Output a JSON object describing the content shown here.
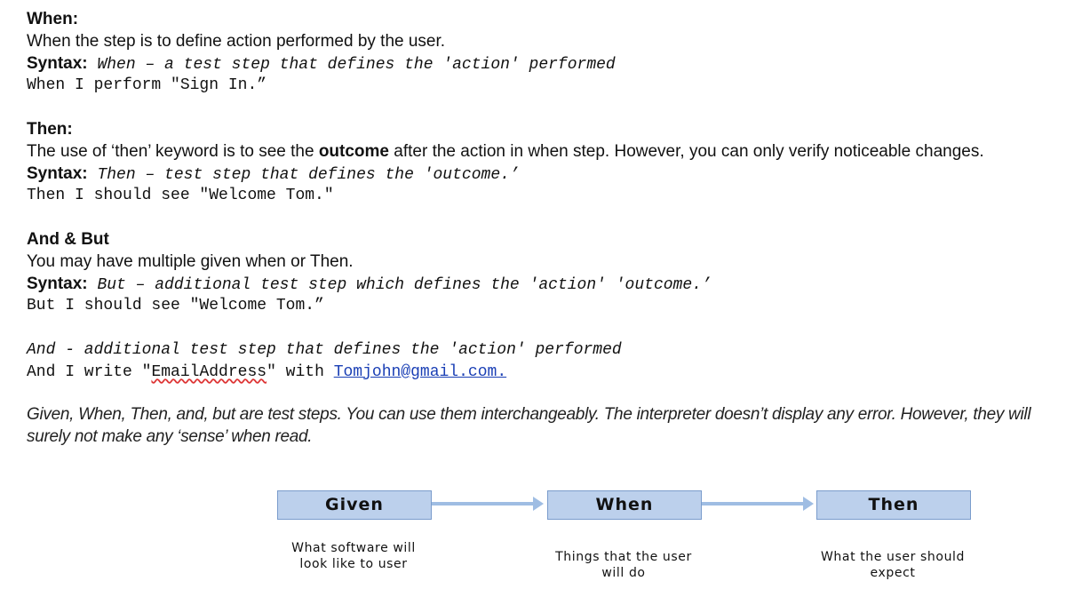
{
  "when_section": {
    "heading": "When:",
    "description": "When the step is to define action performed by the user.",
    "syntax_label": "Syntax:",
    "syntax_text": " When – a test step that defines the 'action' performed",
    "example": "When I perform \"Sign In.”"
  },
  "then_section": {
    "heading": "Then:",
    "description_before": "The use of ‘then’ keyword is to see the ",
    "description_bold": "outcome",
    "description_after": " after the action in when step. However, you can only verify noticeable changes.",
    "syntax_label": "Syntax:",
    "syntax_text": " Then – test step that defines the 'outcome.’",
    "example": "Then I should see \"Welcome Tom.\""
  },
  "and_but_section": {
    "heading": "And & But",
    "description": "You may have multiple given when or Then.",
    "syntax_label": "Syntax:",
    "syntax_text": " But – additional test step which defines the 'action' 'outcome.’",
    "example": "But I should see \"Welcome Tom.”",
    "and_syntax": "And - additional test step that defines the 'action' performed",
    "and_example_prefix": "And I write \"",
    "and_example_field": "EmailAddress",
    "and_example_middle": "\" with ",
    "and_example_email": "Tomjohn@gmail.com."
  },
  "note": "Given, When, Then, and, but are test steps. You can use them interchangeably. The interpreter doesn’t display any error. However, they will surely not make any ‘sense’ when read.",
  "diagram": {
    "boxes": [
      {
        "label": "Given",
        "caption": "What software will look like to user"
      },
      {
        "label": "When",
        "caption": "Things that the user will do"
      },
      {
        "label": "Then",
        "caption": "What the user should expect"
      }
    ],
    "colors": {
      "box_fill": "#bcd0ec",
      "box_border": "#7a9ccc",
      "arrow": "#9fbde3"
    }
  }
}
